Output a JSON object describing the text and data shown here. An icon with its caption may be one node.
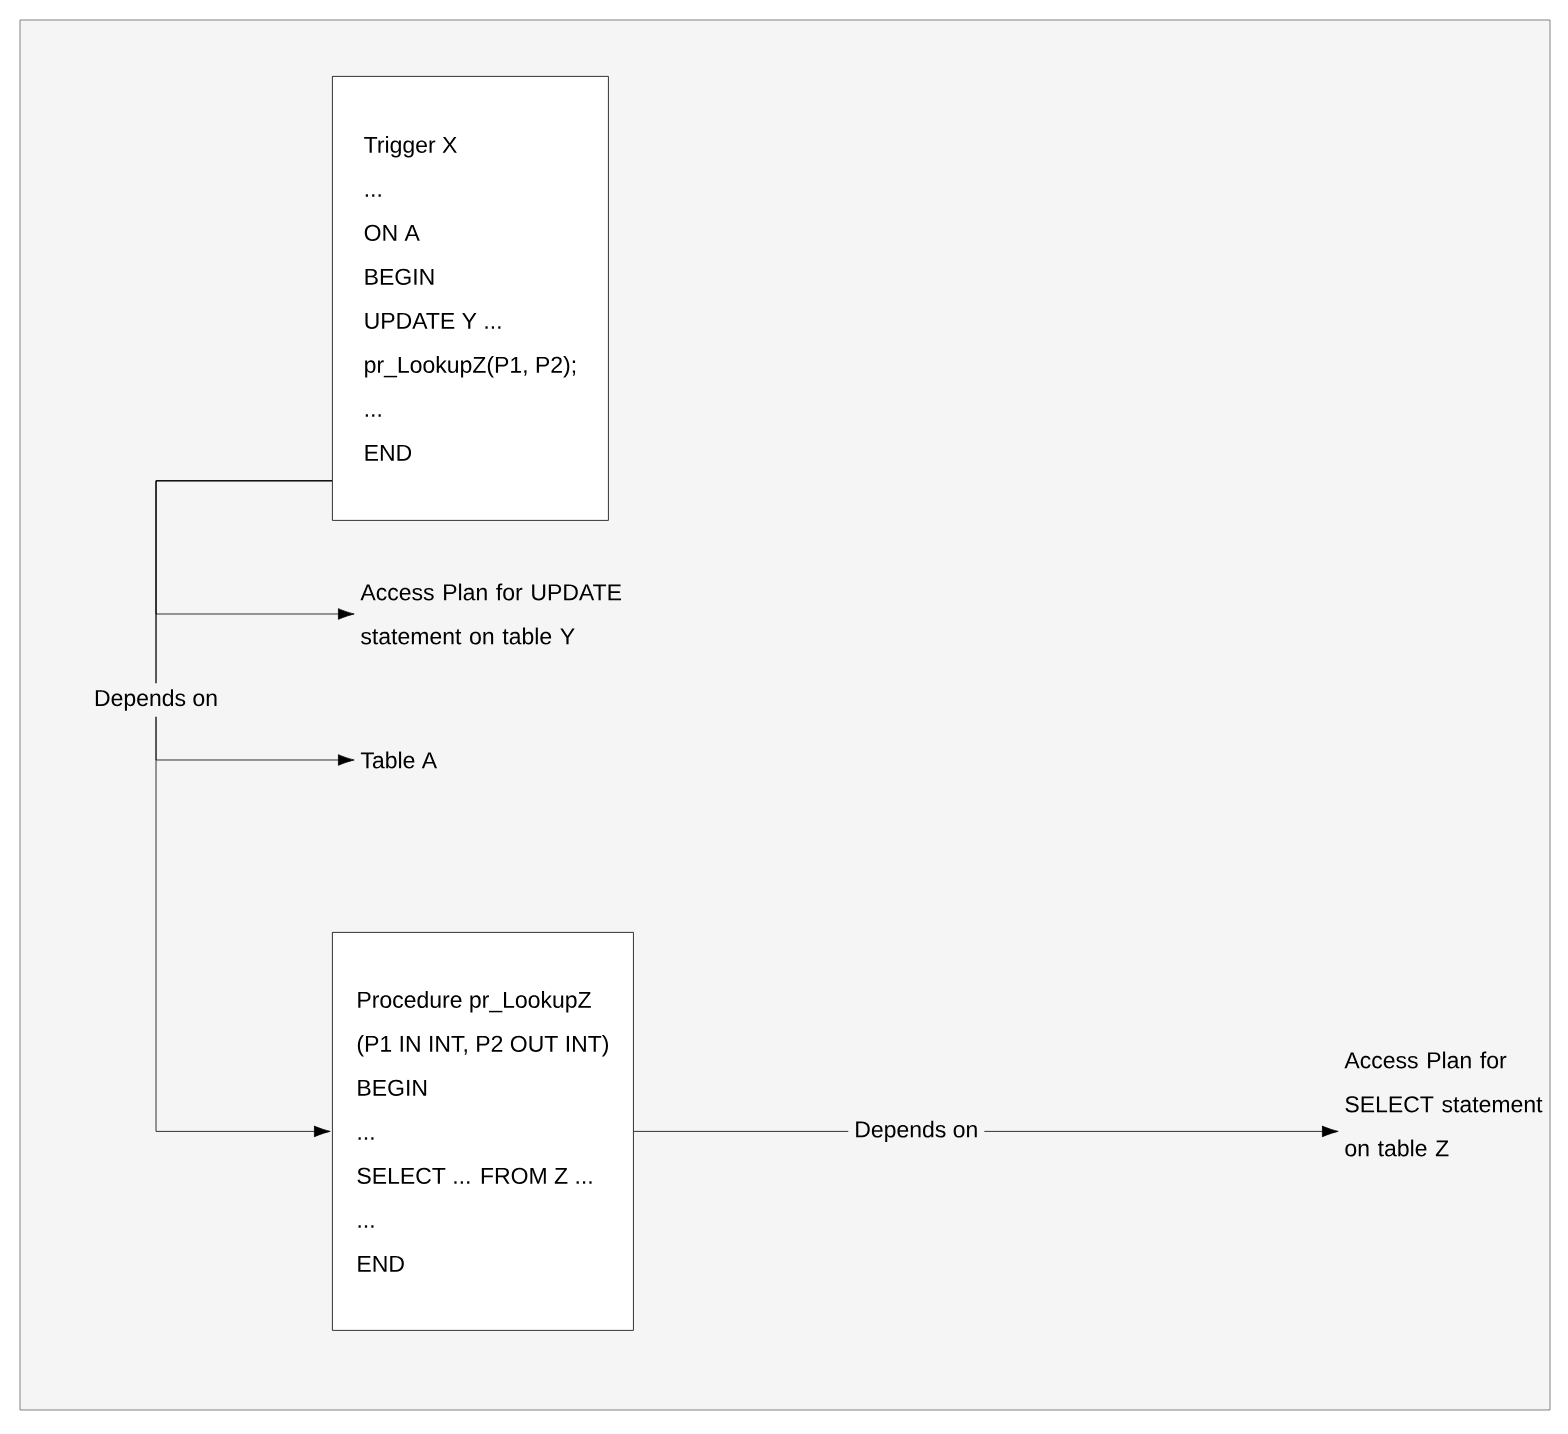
{
  "diagram": {
    "nodes": [
      {
        "text": [
          "Trigger X",
          "...",
          "ON A",
          "BEGIN",
          "UPDATE Y ...",
          "pr_LookupZ(P1, P2);",
          "...",
          "END"
        ]
      },
      {
        "text": [
          "Access Plan for UPDATE statement on table Y"
        ]
      },
      {
        "text": [
          "Table A"
        ]
      },
      {
        "text": [
          "Procedure pr_LookupZ",
          "(P1 IN INT, P2 OUT INT)",
          "BEGIN",
          "...",
          "SELECT ... FROM Z ...",
          "...",
          "END"
        ]
      },
      {
        "text": [
          "Access Plan for SELECT statement on table Z"
        ]
      }
    ],
    "edges": [
      {
        "from": 0,
        "to": 1,
        "arrow": "to"
      },
      {
        "from": 0,
        "to": 2,
        "arrow": "to",
        "label": "Depends on"
      },
      {
        "from": 0,
        "to": 3,
        "arrow": "to"
      },
      {
        "from": 3,
        "to": 4,
        "arrow": "to",
        "label": "Depends on"
      }
    ]
  }
}
